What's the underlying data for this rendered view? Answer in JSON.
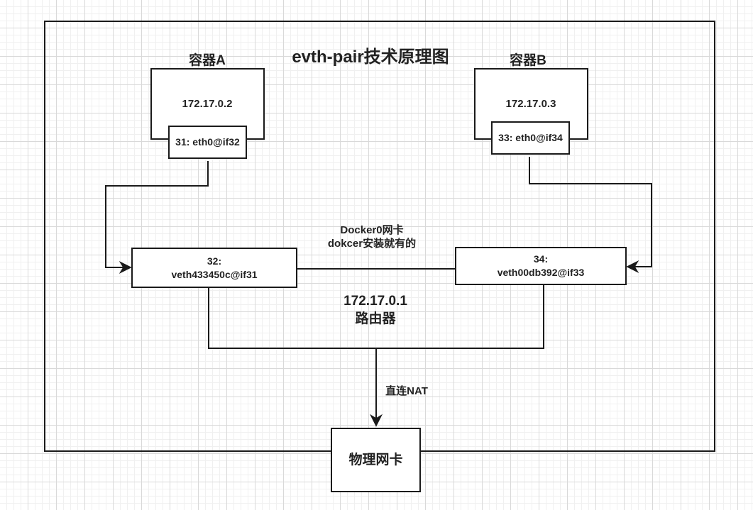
{
  "title": "evth-pair技术原理图",
  "container_a": {
    "label": "容器A",
    "ip": "172.17.0.2",
    "iface": "31: eth0@if32"
  },
  "container_b": {
    "label": "容器B",
    "ip": "172.17.0.3",
    "iface": "33: eth0@if34"
  },
  "veth_a": {
    "line1": "32:",
    "line2": "veth433450c@if31"
  },
  "veth_b": {
    "line1": "34:",
    "line2": "veth00db392@if33"
  },
  "docker0": {
    "line1": "Docker0网卡",
    "line2": "dokcer安装就有的"
  },
  "router": {
    "ip": "172.17.0.1",
    "label": "路由器"
  },
  "nat_label": "直连NAT",
  "physical_nic": "物理网卡",
  "colors": {
    "line": "#1a1a1a",
    "grid": "#d9d9d9",
    "background": "#ffffff"
  }
}
